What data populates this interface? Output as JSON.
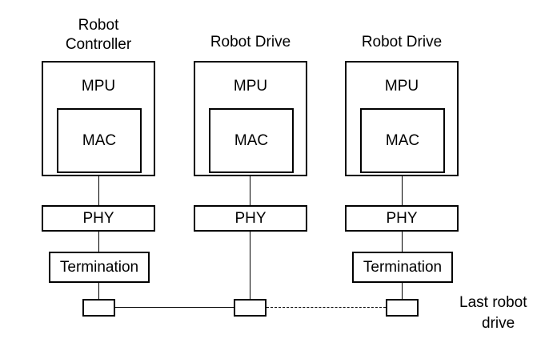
{
  "columns": [
    {
      "title_line1": "Robot",
      "title_line2": "Controller",
      "mpu": "MPU",
      "mac": "MAC",
      "phy": "PHY",
      "termination": "Termination"
    },
    {
      "title_line1": "Robot Drive",
      "title_line2": "",
      "mpu": "MPU",
      "mac": "MAC",
      "phy": "PHY",
      "termination": ""
    },
    {
      "title_line1": "Robot Drive",
      "title_line2": "",
      "mpu": "MPU",
      "mac": "MAC",
      "phy": "PHY",
      "termination": "Termination"
    }
  ],
  "last_node_label_line1": "Last robot",
  "last_node_label_line2": "drive"
}
